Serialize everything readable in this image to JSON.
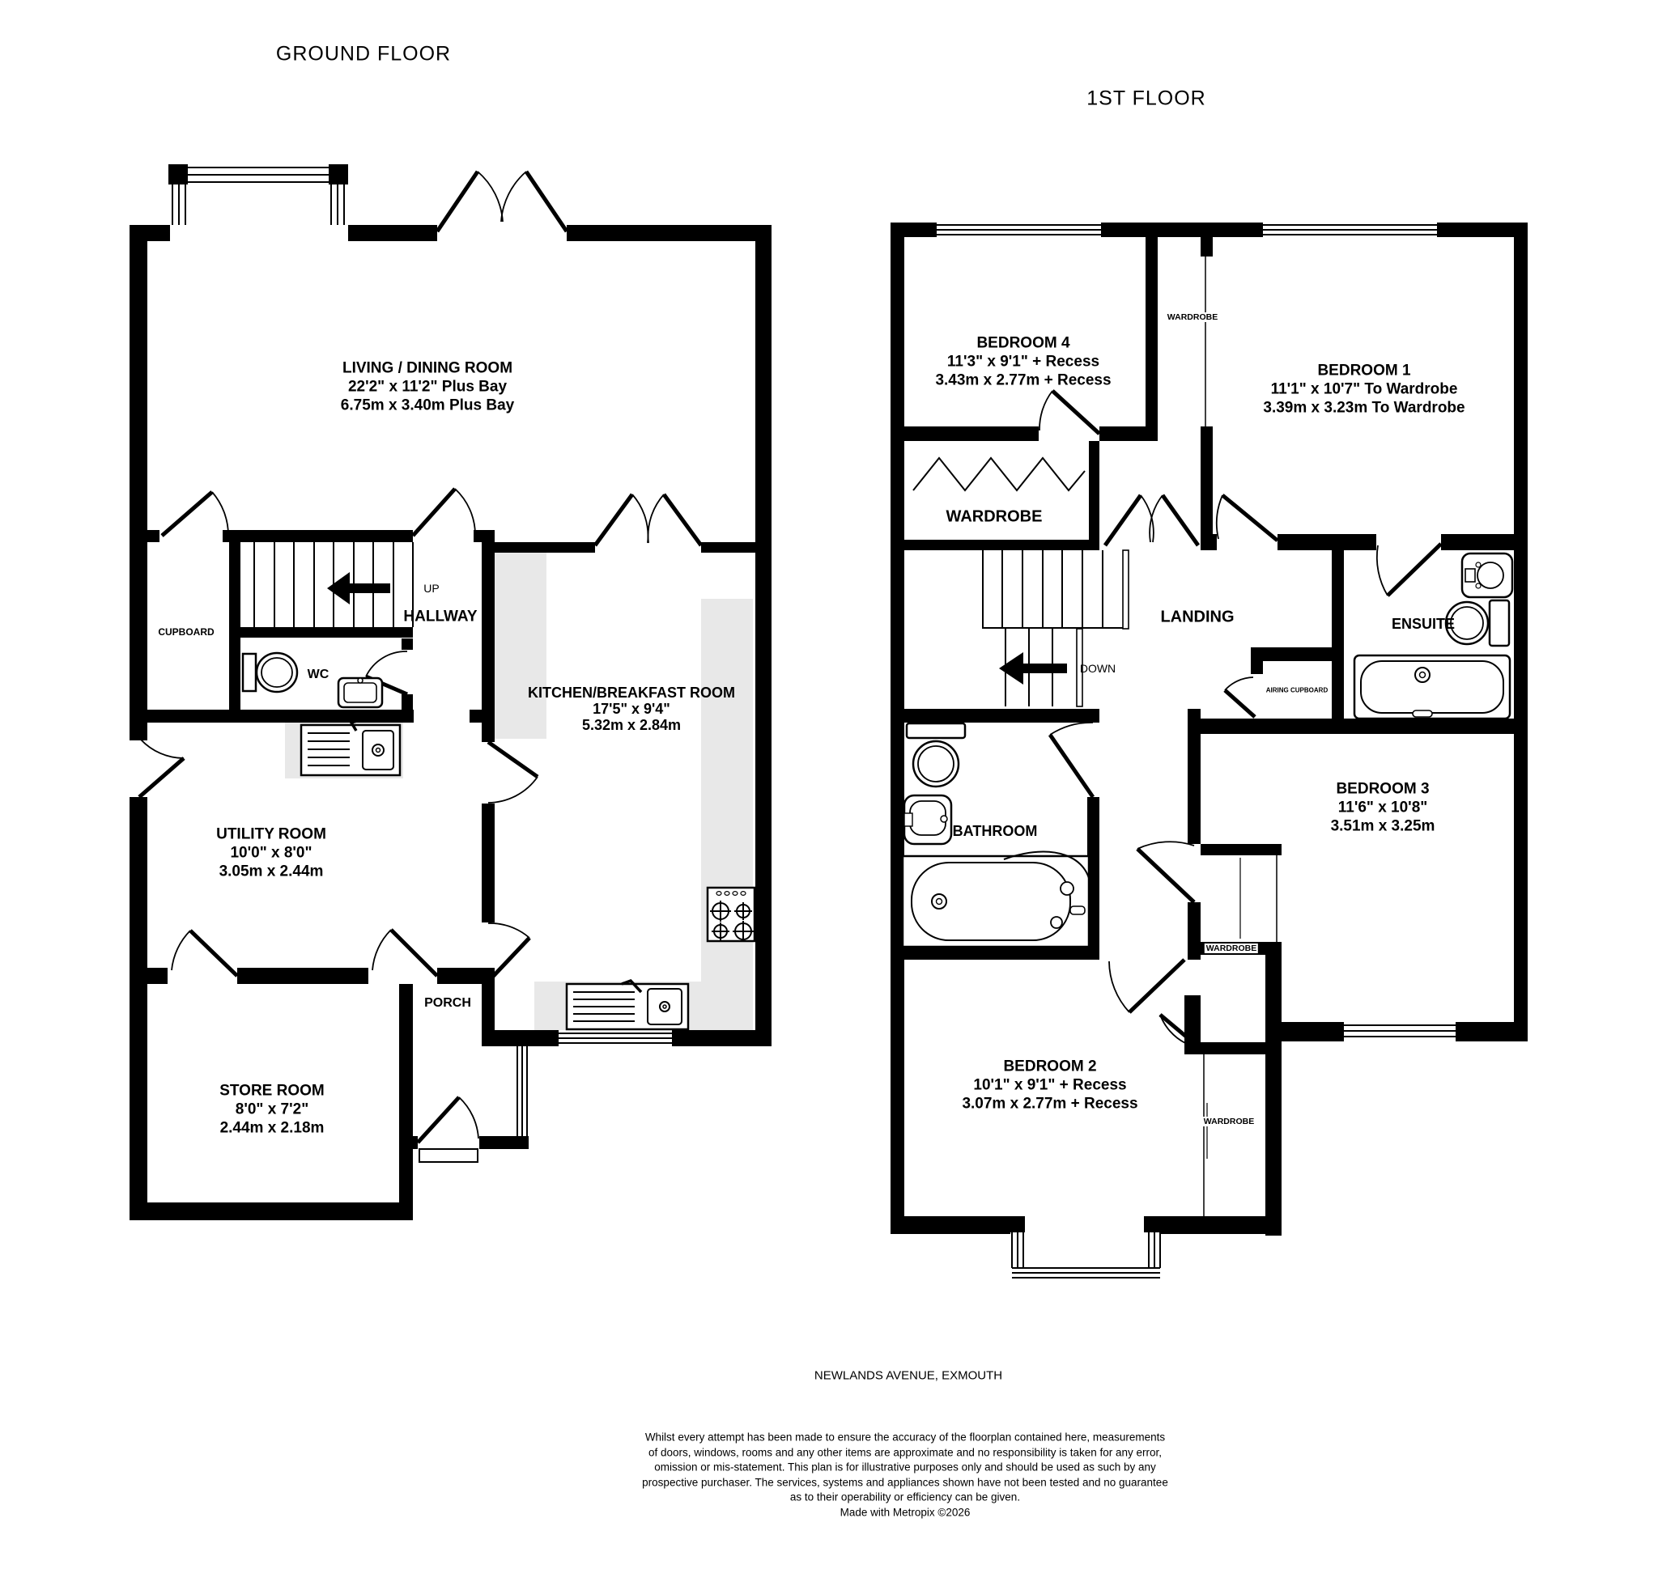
{
  "gf": {
    "title": "GROUND FLOOR",
    "living": {
      "name": "LIVING / DINING ROOM",
      "imp": "22'2\" x 11'2\" Plus Bay",
      "met": "6.75m x 3.40m Plus Bay"
    },
    "kitchen": {
      "name": "KITCHEN/BREAKFAST ROOM",
      "imp": "17'5\" x 9'4\"",
      "met": "5.32m x 2.84m"
    },
    "utility": {
      "name": "UTILITY ROOM",
      "imp": "10'0\" x 8'0\"",
      "met": "3.05m x 2.44m"
    },
    "store": {
      "name": "STORE ROOM",
      "imp": "8'0\" x 7'2\"",
      "met": "2.44m x 2.18m"
    },
    "hallway": "HALLWAY",
    "up": "UP",
    "cupboard": "CUPBOARD",
    "wc": "WC",
    "porch": "PORCH"
  },
  "ff": {
    "title": "1ST FLOOR",
    "bed4": {
      "name": "BEDROOM 4",
      "imp": "11'3\" x 9'1\" + Recess",
      "met": "3.43m x 2.77m + Recess"
    },
    "bed1": {
      "name": "BEDROOM 1",
      "imp": "11'1\" x 10'7\" To Wardrobe",
      "met": "3.39m x 3.23m To Wardrobe"
    },
    "bed3": {
      "name": "BEDROOM 3",
      "imp": "11'6\" x 10'8\"",
      "met": "3.51m x 3.25m"
    },
    "bed2": {
      "name": "BEDROOM 2",
      "imp": "10'1\" x 9'1\" + Recess",
      "met": "3.07m x 2.77m + Recess"
    },
    "wardrobe_room": "WARDROBE",
    "wardrobe_top": "WARDROBE",
    "wardrobe_a": "WARDROBE",
    "wardrobe_b": "WARDROBE",
    "landing": "LANDING",
    "down": "DOWN",
    "ensuite": "ENSUITE",
    "airing": "AIRING CUPBOARD",
    "bathroom": "BATHROOM"
  },
  "footer": {
    "address": "NEWLANDS AVENUE, EXMOUTH",
    "lines": [
      "Whilst every attempt has been made to ensure the accuracy of the floorplan contained here, measurements",
      "of doors, windows, rooms and any other items are approximate and no responsibility is taken for any error,",
      "omission or mis-statement. This plan is for illustrative purposes only and should be used as such by any",
      "prospective purchaser. The services, systems and appliances shown have not been tested and no guarantee",
      "as to their operability or efficiency can be given.",
      "Made with Metropix ©2026"
    ]
  },
  "colors": {
    "wall": "#000000",
    "counter": "#e8e8e8",
    "background": "#ffffff"
  }
}
